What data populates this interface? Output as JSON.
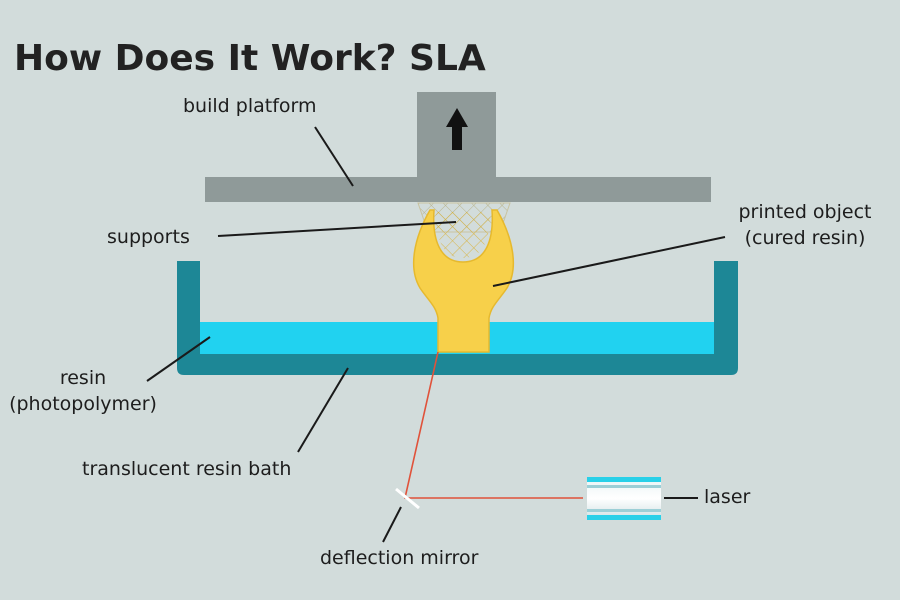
{
  "title": "How Does It Work? SLA",
  "labels": {
    "build_platform": "build platform",
    "supports": "supports",
    "printed_object_line1": "printed object",
    "printed_object_line2": "(cured resin)",
    "resin_line1": "resin",
    "resin_line2": "(photopolymer)",
    "resin_bath": "translucent resin bath",
    "deflection_mirror": "deflection mirror",
    "laser": "laser"
  },
  "icons": {
    "platform_arrow": "up-arrow-icon"
  },
  "colors": {
    "background": "#d2dcdb",
    "platform": "#8f9a99",
    "tray": "#1d8796",
    "resin": "#21d2f0",
    "printed_object": "#f7d04a",
    "laser_beam": "#e0523a"
  }
}
